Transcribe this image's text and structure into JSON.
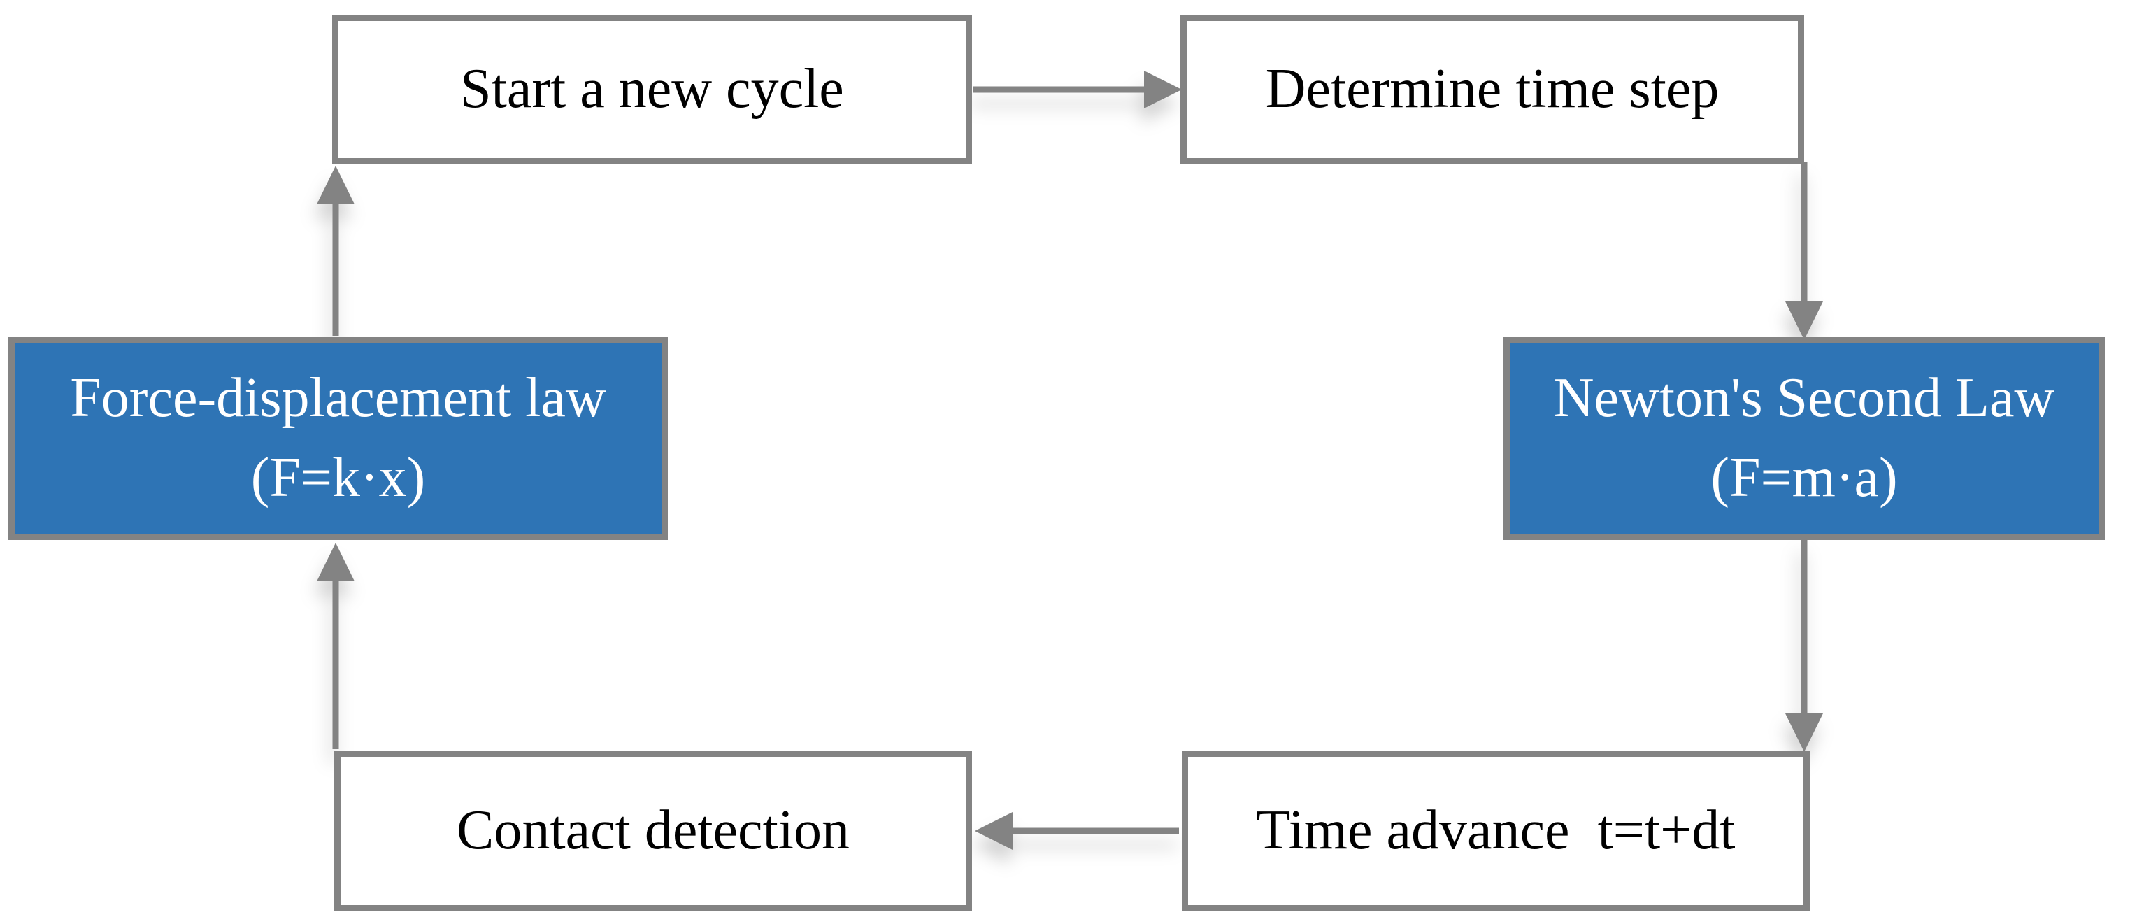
{
  "diagram": {
    "type": "flowchart-cycle",
    "background": "#FFFFFF",
    "colors": {
      "accent_blue": "#2E74B5",
      "line_gray": "#838383",
      "text_dark": "#000000",
      "text_light": "#FFFFFF"
    },
    "nodes": [
      {
        "id": "start-a-new-cycle",
        "line1": "Start a new cycle",
        "highlight": false
      },
      {
        "id": "determine-time-step",
        "line1": "Determine time step",
        "highlight": false
      },
      {
        "id": "newtons-second-law",
        "line1": "Newton's Second Law",
        "line2": "(F=m·a)",
        "highlight": true
      },
      {
        "id": "time-advance",
        "line1": "Time advance  t=t+dt",
        "highlight": false
      },
      {
        "id": "contact-detection",
        "line1": "Contact detection",
        "highlight": false
      },
      {
        "id": "force-displacement-law",
        "line1": "Force-displacement law",
        "line2": "(F=k·x)",
        "highlight": true
      }
    ],
    "edges": [
      {
        "from": "start-a-new-cycle",
        "to": "determine-time-step",
        "direction": "right"
      },
      {
        "from": "determine-time-step",
        "to": "newtons-second-law",
        "direction": "down"
      },
      {
        "from": "newtons-second-law",
        "to": "time-advance",
        "direction": "down"
      },
      {
        "from": "time-advance",
        "to": "contact-detection",
        "direction": "left"
      },
      {
        "from": "contact-detection",
        "to": "force-displacement-law",
        "direction": "up"
      },
      {
        "from": "force-displacement-law",
        "to": "start-a-new-cycle",
        "direction": "up"
      }
    ]
  }
}
